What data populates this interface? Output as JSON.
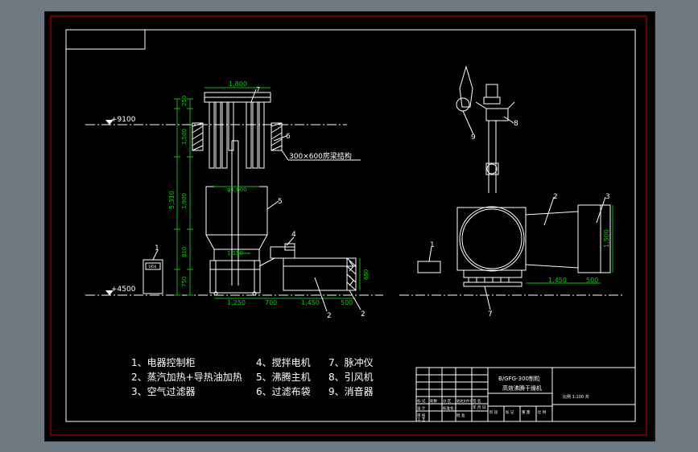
{
  "colors": {
    "background": "#6f7981",
    "sheet": "#000000",
    "border": "#d00000",
    "line": "#ffffff",
    "dimension": "#00c000"
  },
  "elevations": {
    "top": "+9100",
    "floor": "+4500"
  },
  "dims": {
    "top_width": "1,800",
    "h_250": "250",
    "h_1500": "1,500",
    "h_5310": "5,310",
    "h_1900": "1,900",
    "h_810": "810",
    "h_750": "750",
    "dia": "φ1,600",
    "b_1250": "1,250",
    "b_700": "700",
    "b_1450": "1,450",
    "b_500": "500",
    "d_1150": "1,150",
    "d_650": "650",
    "r_1450": "1,450",
    "r_500": "500",
    "r_1500": "1,500"
  },
  "beam_note": "300×600房梁结构",
  "cabinet_label": "1950",
  "callouts": {
    "left": [
      "7",
      "6",
      "5",
      "4",
      "1",
      "2",
      "2"
    ],
    "right": [
      "8",
      "9",
      "2",
      "3",
      "1",
      "7"
    ]
  },
  "legend": [
    [
      "1、电器控制柜",
      "4、搅拌电机",
      "7、脉冲仪"
    ],
    [
      "2、蒸汽加热+导热油加热",
      "5、沸腾主机",
      "8、引风机"
    ],
    [
      "3、空气过滤器",
      "6、过滤布袋",
      "9、消音器"
    ]
  ],
  "title_block": {
    "title_line1": "B/GFG-300制粒",
    "title_line2": "高效沸腾干燥机",
    "scale_note": "比例 1:100 共",
    "row_cells": [
      "标 记",
      "处数",
      "分 区",
      "更改文件号",
      "签 名",
      "年 月 日"
    ],
    "bottom_cells": [
      "设 计",
      "标准化",
      "审 核",
      "工 艺",
      "批 准",
      "阶 段",
      "标 记",
      "重 量",
      "比 例"
    ]
  }
}
